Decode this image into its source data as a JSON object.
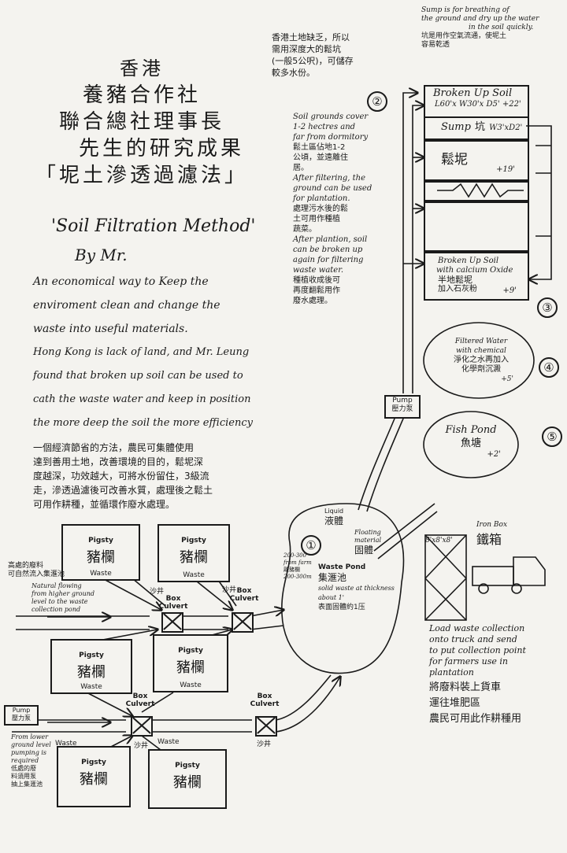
{
  "title": {
    "line1": "香港",
    "line2": "養豬合作社",
    "line3": "聯合總社理事長",
    "line4": "先生的研究成果",
    "line5": "「坭土滲透過濾法」"
  },
  "method_en": "'Soil Filtration Method'",
  "by": "By Mr.",
  "desc_en": [
    "An economical way to Keep the",
    "enviroment clean and change the",
    "waste into useful materials.",
    "Hong Kong is lack of land, and Mr. Leung",
    "found that broken up soil can be used to",
    "cath the waste water and keep in position",
    "the more deep the soil the more efficiency"
  ],
  "desc_cn": [
    "一個經濟節省的方法，農民可集體使用",
    "達到善用土地，改善環境的目的，鬆坭深",
    "度越深，功效越大，可將水份留住，3級流",
    "走，滲透過濾後可改善水質，處理後之鬆土",
    "可用作耕種，並循環作廢水處理。"
  ],
  "top_note_cn": [
    "香港土地缺乏，所以",
    "需用深度大的鬆坑",
    "(一般5公呎)，可儲存",
    "較多水份。"
  ],
  "sump_note": [
    "Sump is for breathing of",
    "the ground and dry up the water",
    "in the soil quickly.",
    "坑是用作空氣流通，使坭土",
    "容易乾透"
  ],
  "circle_labels": [
    "①",
    "②",
    "③",
    "④",
    "⑤"
  ],
  "soil_notes": [
    "Soil grounds cover",
    "1-2 hectres and",
    "far from dormitory",
    "鬆土區佔地1-2",
    "公頃，並遠離住",
    "居。",
    "After filtering, the",
    "ground can be used",
    "for plantation.",
    "處理污水後的鬆",
    "土可用作種植",
    "蔬菜。",
    "After plantion, soil",
    "can be broken up",
    "again for filtering",
    "waste water.",
    "種植收成後可",
    "再度翻鬆用作",
    "廢水處理。"
  ],
  "beds": {
    "bed1_en": "Broken Up Soil",
    "bed1_dim": "L60'x W30'x D5'",
    "bed1_lvl": "+22'",
    "sump_en": "Sump",
    "sump_cn": "坑",
    "sump_dim": "W3'xD2'",
    "bed2_cn": "鬆坭",
    "bed2_lvl": "+19'",
    "bed4_en1": "Broken Up Soil",
    "bed4_en2": "with calcium Oxide",
    "bed4_cn1": "半地鬆坭",
    "bed4_cn2": "加入石灰粉",
    "bed4_lvl": "+9'"
  },
  "stage4": [
    "Filtered Water",
    "with chemical",
    "淨化之水再加入",
    "化學劑沉澱"
  ],
  "stage4_lvl": "+5'",
  "stage5_en": "Fish Pond",
  "stage5_cn": "魚塘",
  "stage5_lvl": "+2'",
  "pump_top": [
    "Pump",
    "壓力泵"
  ],
  "pump_left": [
    "Pump",
    "壓力泵"
  ],
  "liquid": [
    "Liquid",
    "液體"
  ],
  "floating": [
    "Floating",
    "material",
    "固體"
  ],
  "pond_en": "Waste Pond",
  "pond_cn": "集滙池",
  "pond_note": [
    "solid waste at thickness",
    "about 1'",
    "表面固體約1压"
  ],
  "pond_side": [
    "200-300",
    "from farm",
    "離豬欄",
    "200-300m"
  ],
  "iron_box_en": "Iron Box",
  "iron_box_cn": "鐵箱",
  "iron_box_dim": "8'x8'x8'",
  "truck_note_en": [
    "Load waste collection",
    "onto truck and send",
    "to put collection point",
    "for farmers use in",
    "plantation"
  ],
  "truck_note_cn": [
    "將廢料裝上貨車",
    "運往堆肥區",
    "農民可用此作耕種用"
  ],
  "pigsty_en": "Pigsty",
  "pigsty_cn": "豬欄",
  "waste": "Waste",
  "box_culvert": "Box Culvert",
  "shajing": "沙井",
  "left_note1_cn": [
    "高處的廢料",
    "可自然流入集滙池"
  ],
  "left_note1_en": [
    "Natural flowing",
    "from higher ground",
    "level to the waste",
    "collection pond"
  ],
  "left_note2": [
    "From lower",
    "ground level",
    "pumping is",
    "required",
    "低處的廢",
    "料須用泵",
    "抽上集滙池"
  ]
}
